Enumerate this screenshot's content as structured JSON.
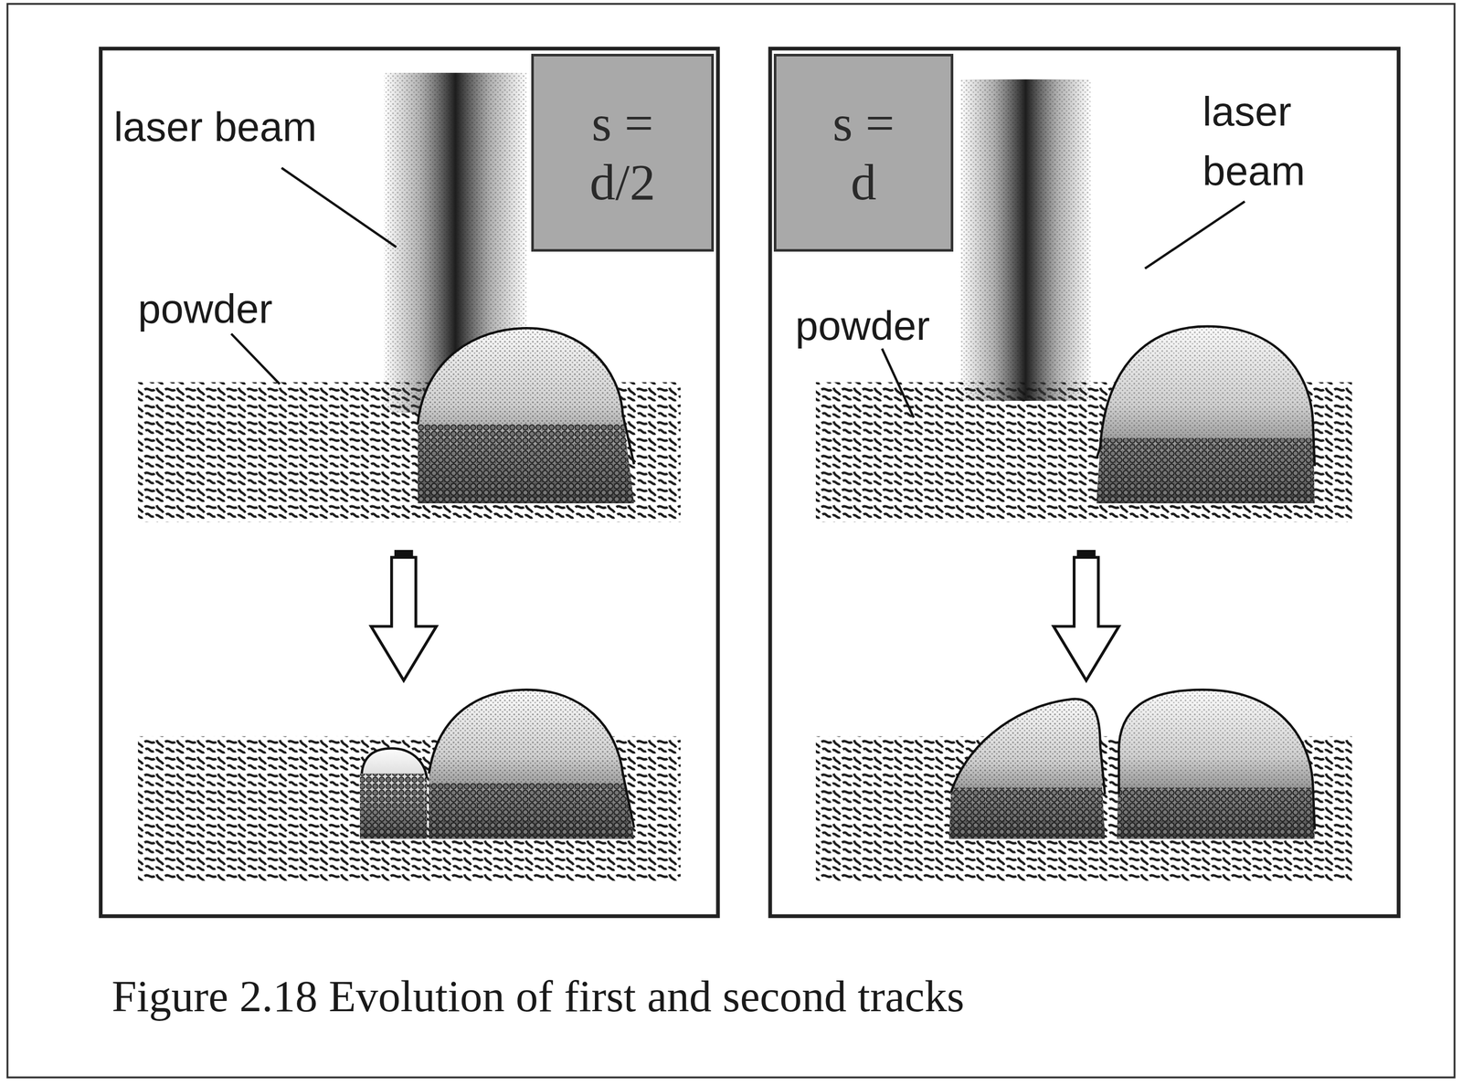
{
  "diagram": {
    "caption": "Figure 2.18 Evolution of first and second tracks",
    "nodes": [
      {
        "text": [
          "s = d/2"
        ]
      },
      {
        "text": [
          "s = d"
        ]
      }
    ],
    "labels": [
      "laser beam",
      "powder",
      "laser beam",
      "powder"
    ]
  }
}
